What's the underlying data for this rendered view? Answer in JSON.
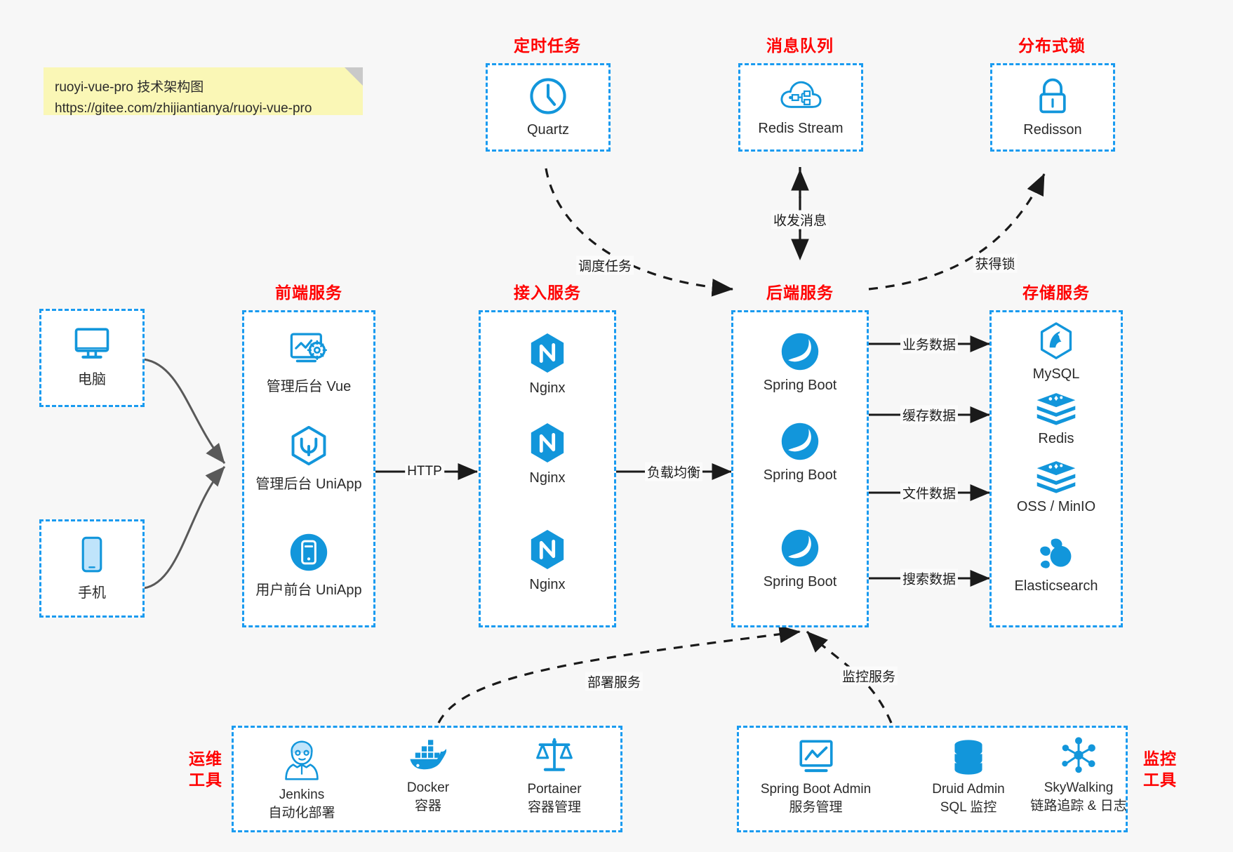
{
  "note": {
    "name": "sticky-note",
    "line1": "ruoyi-vue-pro 技术架构图",
    "line2": "https://gitee.com/zhijiantianya/ruoyi-vue-pro"
  },
  "colors": {
    "accent_blue": "#1a9bf0",
    "icon_blue": "#1296db",
    "title_red": "#ff0000",
    "background": "#f7f7f7",
    "box_fill": "#ffffff",
    "note_fill": "#faf7b6",
    "edge_solid": "#1a1a1a",
    "edge_grey": "#595959"
  },
  "groups": {
    "scheduler": {
      "title": "定时任务",
      "nodes": [
        {
          "label": "Quartz",
          "icon": "clock-icon"
        }
      ]
    },
    "mq": {
      "title": "消息队列",
      "nodes": [
        {
          "label": "Redis Stream",
          "icon": "cloud-stream-icon"
        }
      ]
    },
    "lock": {
      "title": "分布式锁",
      "nodes": [
        {
          "label": "Redisson",
          "icon": "lock-icon"
        }
      ]
    },
    "clients": {
      "nodes": [
        {
          "label": "电脑",
          "icon": "desktop-icon"
        },
        {
          "label": "手机",
          "icon": "mobile-icon"
        }
      ]
    },
    "frontend": {
      "title": "前端服务",
      "nodes": [
        {
          "label": "管理后台 Vue",
          "icon": "dashboard-icon"
        },
        {
          "label": "管理后台 UniApp",
          "icon": "uniapp-cube-icon"
        },
        {
          "label": "用户前台 UniApp",
          "icon": "app-phone-icon"
        }
      ]
    },
    "gateway": {
      "title": "接入服务",
      "nodes": [
        {
          "label": "Nginx",
          "icon": "nginx-icon"
        },
        {
          "label": "Nginx",
          "icon": "nginx-icon"
        },
        {
          "label": "Nginx",
          "icon": "nginx-icon"
        }
      ]
    },
    "backend": {
      "title": "后端服务",
      "nodes": [
        {
          "label": "Spring Boot",
          "icon": "spring-boot-icon"
        },
        {
          "label": "Spring Boot",
          "icon": "spring-boot-icon"
        },
        {
          "label": "Spring Boot",
          "icon": "spring-boot-icon"
        }
      ]
    },
    "storage": {
      "title": "存储服务",
      "nodes": [
        {
          "label": "MySQL",
          "icon": "mysql-icon"
        },
        {
          "label": "Redis",
          "icon": "redis-stack-icon"
        },
        {
          "label": "OSS / MinIO",
          "icon": "oss-stack-icon"
        },
        {
          "label": "Elasticsearch",
          "icon": "elasticsearch-icon"
        }
      ]
    },
    "devops": {
      "title": "运维\n工具",
      "title_line1": "运维",
      "title_line2": "工具",
      "nodes": [
        {
          "label": "Jenkins",
          "sub": "自动化部署",
          "icon": "jenkins-icon"
        },
        {
          "label": "Docker",
          "sub": "容器",
          "icon": "docker-icon"
        },
        {
          "label": "Portainer",
          "sub": "容器管理",
          "icon": "scales-icon"
        }
      ]
    },
    "monitor": {
      "title_line1": "监控",
      "title_line2": "工具",
      "nodes": [
        {
          "label": "Spring Boot Admin",
          "sub": "服务管理",
          "icon": "monitor-chart-icon"
        },
        {
          "label": "Druid Admin",
          "sub": "SQL 监控",
          "icon": "database-icon"
        },
        {
          "label": "SkyWalking",
          "sub": "链路追踪 & 日志",
          "icon": "skywalking-icon"
        }
      ]
    }
  },
  "edges": [
    {
      "label": "调度任务",
      "from": "scheduler",
      "to": "backend",
      "style": "dashed"
    },
    {
      "label": "收发消息",
      "from": "mq",
      "to": "backend",
      "style": "dashed-bidirectional"
    },
    {
      "label": "获得锁",
      "from": "backend",
      "to": "lock",
      "style": "dashed"
    },
    {
      "label": "HTTP",
      "from": "frontend",
      "to": "gateway",
      "style": "solid"
    },
    {
      "label": "负载均衡",
      "from": "gateway",
      "to": "backend",
      "style": "solid"
    },
    {
      "label": "业务数据",
      "from": "backend",
      "to": "mysql",
      "style": "solid"
    },
    {
      "label": "缓存数据",
      "from": "backend",
      "to": "redis",
      "style": "solid"
    },
    {
      "label": "文件数据",
      "from": "backend",
      "to": "oss",
      "style": "solid"
    },
    {
      "label": "搜索数据",
      "from": "backend",
      "to": "elasticsearch",
      "style": "solid"
    },
    {
      "label": "部署服务",
      "from": "devops",
      "to": "backend",
      "style": "dashed"
    },
    {
      "label": "监控服务",
      "from": "monitor",
      "to": "backend",
      "style": "dashed"
    }
  ]
}
